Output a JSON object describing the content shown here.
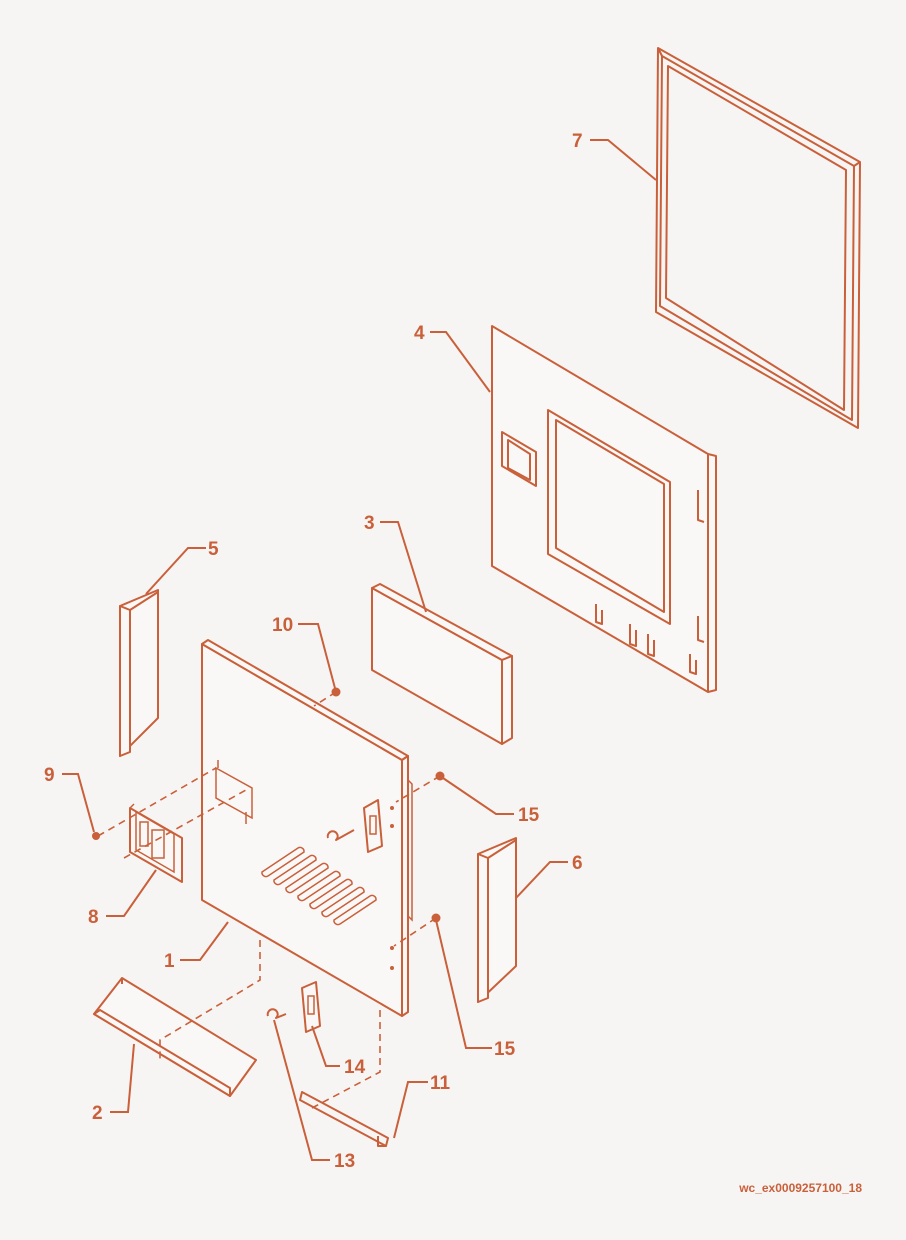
{
  "callouts": [
    {
      "id": "c1",
      "text": "1"
    },
    {
      "id": "c2",
      "text": "2"
    },
    {
      "id": "c3",
      "text": "3"
    },
    {
      "id": "c4",
      "text": "4"
    },
    {
      "id": "c5",
      "text": "5"
    },
    {
      "id": "c6",
      "text": "6"
    },
    {
      "id": "c7",
      "text": "7"
    },
    {
      "id": "c8",
      "text": "8"
    },
    {
      "id": "c9",
      "text": "9"
    },
    {
      "id": "c10",
      "text": "10"
    },
    {
      "id": "c11",
      "text": "11"
    },
    {
      "id": "c13",
      "text": "13"
    },
    {
      "id": "c14",
      "text": "14"
    },
    {
      "id": "c15a",
      "text": "15"
    },
    {
      "id": "c15b",
      "text": "15"
    }
  ],
  "reference_code": "wc_ex0009257100_18",
  "line_color": "#c9603a",
  "background_color": "#f7f5f4"
}
